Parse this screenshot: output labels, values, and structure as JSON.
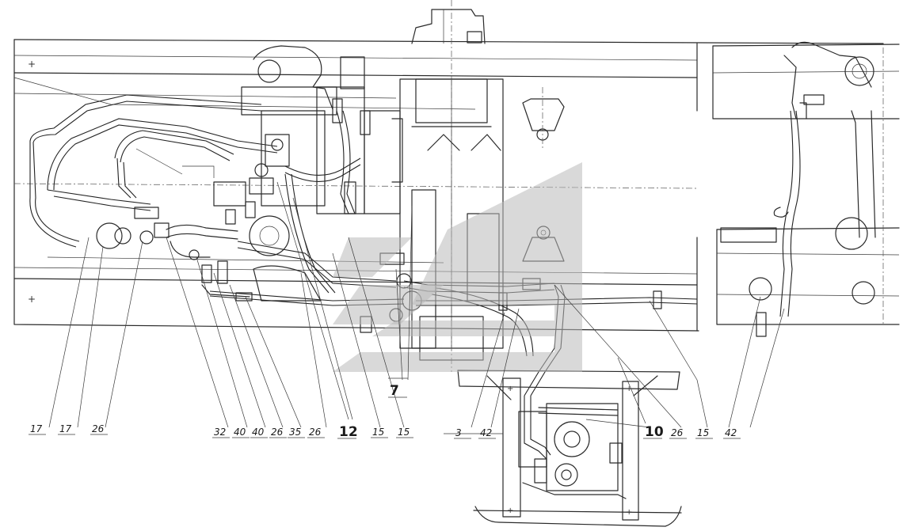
{
  "diagram": {
    "callouts": [
      {
        "id": "c1",
        "label": "17",
        "big": false
      },
      {
        "id": "c2",
        "label": "17",
        "big": false
      },
      {
        "id": "c3",
        "label": "26",
        "big": false
      },
      {
        "id": "c4",
        "label": "32",
        "big": false
      },
      {
        "id": "c5",
        "label": "40",
        "big": false
      },
      {
        "id": "c6",
        "label": "40",
        "big": false
      },
      {
        "id": "c7",
        "label": "26",
        "big": false
      },
      {
        "id": "c8",
        "label": "35",
        "big": false
      },
      {
        "id": "c9",
        "label": "26",
        "big": false
      },
      {
        "id": "c10",
        "label": "12",
        "big": true
      },
      {
        "id": "c11",
        "label": "15",
        "big": false
      },
      {
        "id": "c12",
        "label": "15",
        "big": false
      },
      {
        "id": "c13",
        "label": "7",
        "big": true
      },
      {
        "id": "c14",
        "label": "3",
        "big": false
      },
      {
        "id": "c15",
        "label": "42",
        "big": false
      },
      {
        "id": "c16",
        "label": "10",
        "big": true
      },
      {
        "id": "c17",
        "label": "26",
        "big": false
      },
      {
        "id": "c18",
        "label": "15",
        "big": false
      },
      {
        "id": "c19",
        "label": "42",
        "big": false
      }
    ],
    "colors": {
      "line": "#2a2a2a",
      "watermark": "#b9b9b9",
      "background": "#ffffff"
    },
    "watermark_icon": "stylized-logo-watermark"
  }
}
